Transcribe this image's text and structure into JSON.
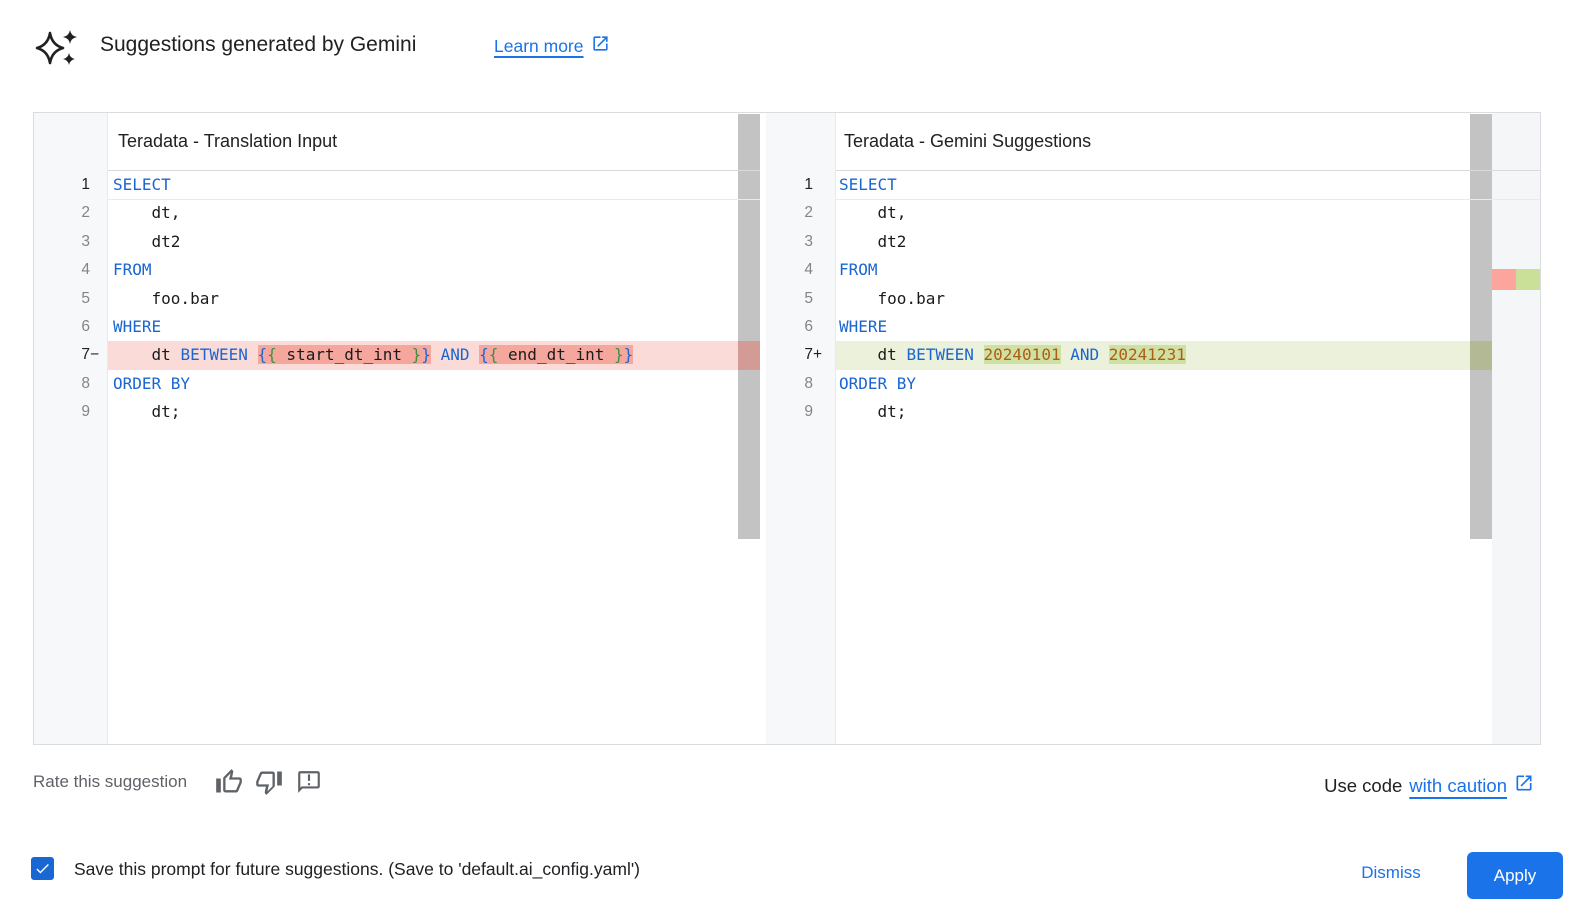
{
  "header": {
    "icon": "gemini-sparkle-icon",
    "title": "Suggestions generated by Gemini",
    "learn_more_label": "Learn more",
    "learn_more_icon": "open-in-new-icon"
  },
  "diff_view": {
    "left_panel": {
      "title": "Teradata - Translation Input",
      "lines": [
        {
          "num": "1",
          "active": true,
          "segs": [
            {
              "t": "SELECT",
              "c": "kw"
            }
          ]
        },
        {
          "num": "2",
          "segs": [
            {
              "t": "    dt,",
              "c": "tx"
            }
          ]
        },
        {
          "num": "3",
          "segs": [
            {
              "t": "    dt2",
              "c": "tx"
            }
          ]
        },
        {
          "num": "4",
          "segs": [
            {
              "t": "FROM",
              "c": "kw"
            }
          ]
        },
        {
          "num": "5",
          "segs": [
            {
              "t": "    foo.bar",
              "c": "tx"
            }
          ]
        },
        {
          "num": "6",
          "segs": [
            {
              "t": "WHERE",
              "c": "kw"
            }
          ]
        },
        {
          "num": "7",
          "sign": "−",
          "change": "removed",
          "segs": [
            {
              "t": "    dt ",
              "c": "tx"
            },
            {
              "t": "BETWEEN",
              "c": "kw"
            },
            {
              "t": " ",
              "c": "tx"
            },
            {
              "t": "{",
              "c": "bb",
              "m": 1
            },
            {
              "t": "{",
              "c": "bg",
              "m": 1
            },
            {
              "t": " start_dt_int ",
              "c": "tx",
              "m": 1
            },
            {
              "t": "}",
              "c": "bg",
              "m": 1
            },
            {
              "t": "}",
              "c": "bb",
              "m": 1
            },
            {
              "t": " ",
              "c": "tx"
            },
            {
              "t": "AND",
              "c": "kw"
            },
            {
              "t": " ",
              "c": "tx"
            },
            {
              "t": "{",
              "c": "bb",
              "m": 1
            },
            {
              "t": "{",
              "c": "bg",
              "m": 1
            },
            {
              "t": " end_dt_int ",
              "c": "tx",
              "m": 1
            },
            {
              "t": "}",
              "c": "bg",
              "m": 1
            },
            {
              "t": "}",
              "c": "bb",
              "m": 1
            }
          ]
        },
        {
          "num": "8",
          "segs": [
            {
              "t": "ORDER BY",
              "c": "kw"
            }
          ]
        },
        {
          "num": "9",
          "segs": [
            {
              "t": "    dt;",
              "c": "tx"
            }
          ]
        }
      ]
    },
    "right_panel": {
      "title": "Teradata - Gemini Suggestions",
      "lines": [
        {
          "num": "1",
          "active": true,
          "segs": [
            {
              "t": "SELECT",
              "c": "kw"
            }
          ]
        },
        {
          "num": "2",
          "segs": [
            {
              "t": "    dt,",
              "c": "tx"
            }
          ]
        },
        {
          "num": "3",
          "segs": [
            {
              "t": "    dt2",
              "c": "tx"
            }
          ]
        },
        {
          "num": "4",
          "segs": [
            {
              "t": "FROM",
              "c": "kw"
            }
          ]
        },
        {
          "num": "5",
          "segs": [
            {
              "t": "    foo.bar",
              "c": "tx"
            }
          ]
        },
        {
          "num": "6",
          "segs": [
            {
              "t": "WHERE",
              "c": "kw"
            }
          ]
        },
        {
          "num": "7",
          "sign": "+",
          "change": "added",
          "segs": [
            {
              "t": "    dt ",
              "c": "tx"
            },
            {
              "t": "BETWEEN",
              "c": "kw"
            },
            {
              "t": " ",
              "c": "tx"
            },
            {
              "t": "20240101",
              "c": "nm",
              "m": 1
            },
            {
              "t": " ",
              "c": "tx"
            },
            {
              "t": "AND",
              "c": "kw"
            },
            {
              "t": " ",
              "c": "tx"
            },
            {
              "t": "20241231",
              "c": "nm",
              "m": 1
            }
          ]
        },
        {
          "num": "8",
          "segs": [
            {
              "t": "ORDER BY",
              "c": "kw"
            }
          ]
        },
        {
          "num": "9",
          "segs": [
            {
              "t": "    dt;",
              "c": "tx"
            }
          ]
        }
      ],
      "overview_ruler": {
        "removed_mark": true,
        "added_mark": true
      }
    }
  },
  "footer": {
    "rate_label": "Rate this suggestion",
    "icons": [
      "thumb-up-icon",
      "thumb-down-icon",
      "feedback-icon"
    ],
    "use_code_prefix": "Use code",
    "use_code_link": "with caution",
    "use_code_icon": "open-in-new-icon"
  },
  "bottom_bar": {
    "checkbox_checked": true,
    "save_label": "Save this prompt for future suggestions. (Save to 'default.ai_config.yaml')",
    "dismiss_label": "Dismiss",
    "apply_label": "Apply"
  },
  "colors": {
    "accent_blue": "#1a73e8",
    "apply_button_bg": "#1a73e8",
    "checkbox_bg": "#1967d2",
    "keyword": "#1a66d0",
    "number_literal": "#b05c15",
    "bracket_inner_green": "#3f8e43",
    "code_text": "#1b1b1b",
    "removed_line_bg": "#fbdbd8",
    "removed_word_bg": "#f5a79e",
    "added_line_bg": "#ecf1dc",
    "added_word_bg": "#cfe0a3",
    "ruler_removed": "#fca59d",
    "ruler_added": "#cadf98",
    "gutter_bg": "#f7f8fa",
    "line_number": "#80868b",
    "scrollbar": "#c3c3c3",
    "border": "#dadce0",
    "text_primary": "#202124",
    "text_secondary": "#5f6368"
  }
}
